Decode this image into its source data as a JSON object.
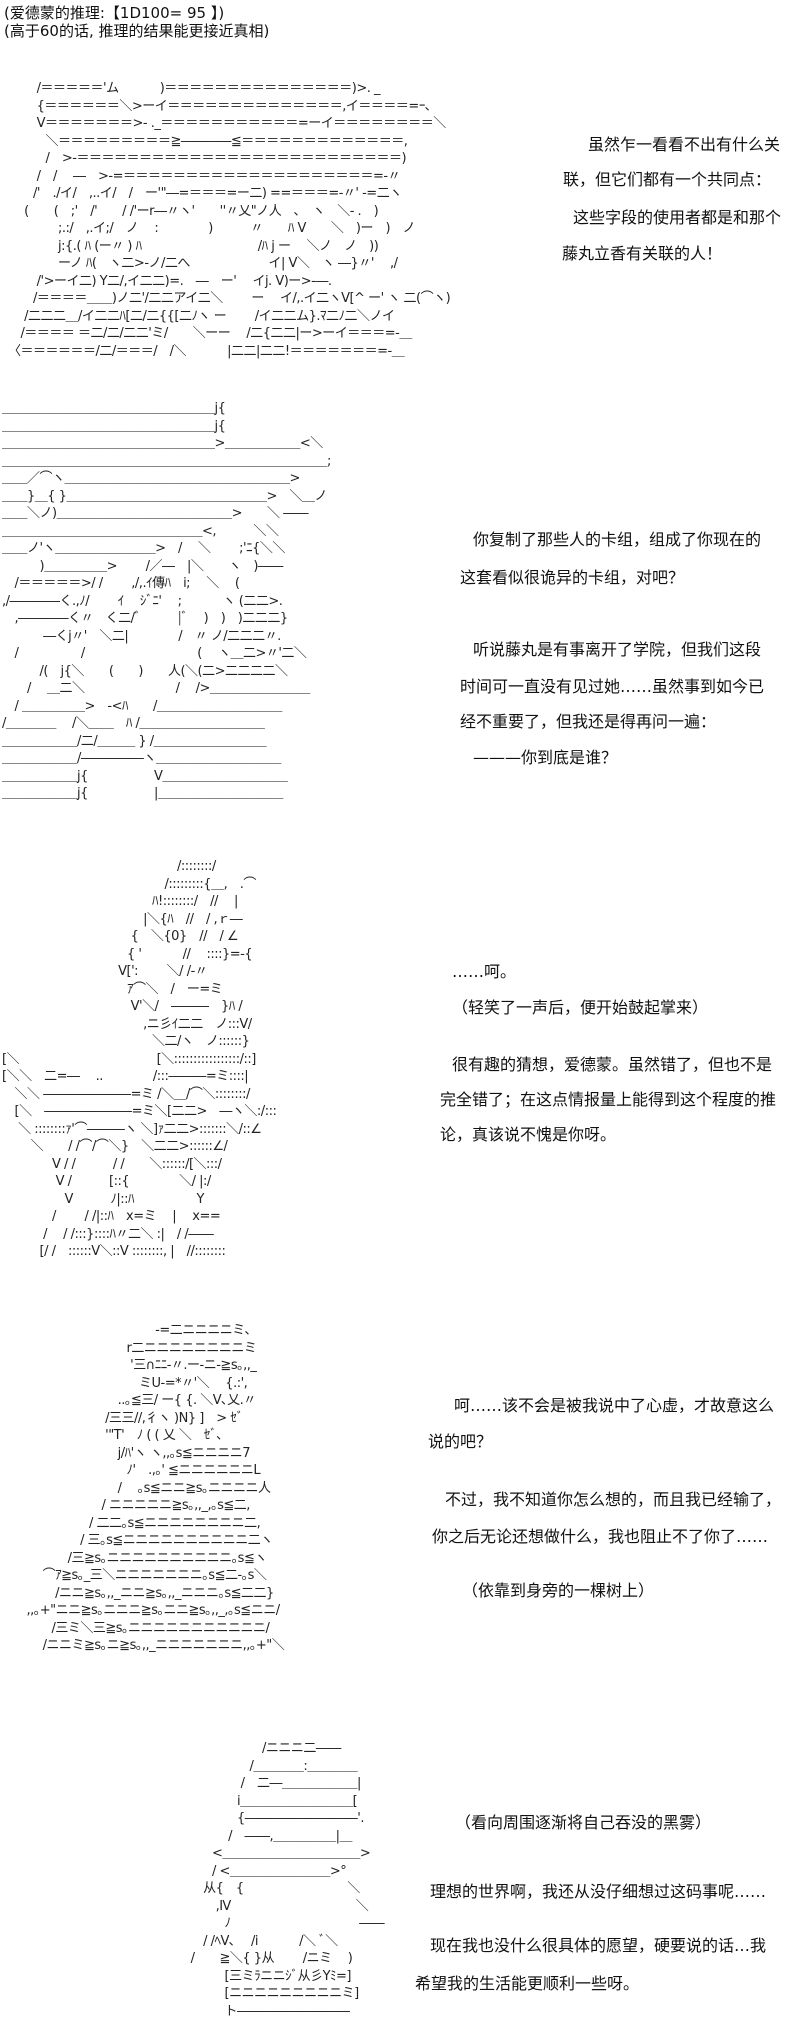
{
  "header": {
    "line1": "(爱德蒙的推理:【1D100= 95 】)",
    "line2": "(高于60的话, 推理的结果能更接近真相)"
  },
  "panels": [
    {
      "aa": [
        "　　 /＝＝＝＝＝'ム　　　 )＝＝＝＝＝＝＝＝＝＝＝＝＝＝＝)>. _",
        "　　 {＝＝＝＝＝＝＼>ーイ＝＝＝＝＝＝＝＝＝＝＝＝＝＝,イ＝＝＝＝=ｰ､",
        "　　 V＝＝＝＝＝＝＝>- ._＝＝＝＝＝＝＝＝＝＝＝=ーイ＝＝＝＝＝＝＝＝＼",
        "　　　＼＝＝＝＝＝＝＝＝＝≧――――≦＝＝＝＝＝＝＝＝＝＝＝＝＝,",
        "　　　/　>-＝＝＝＝＝＝＝＝＝＝＝＝＝＝＝＝＝＝＝＝＝＝＝＝＝＝)",
        "　　 /　/　 ―　>-=＝＝＝＝＝＝＝＝＝＝＝＝＝＝＝＝＝＝＝＝=-〃",
        "　　/'　./イ/　,..イ/　/　ー'\"―=＝＝＝=ー二) ==＝＝＝=-〃' -=二ヽ",
        "　 (　　(　;'　/'　　/ /'ーr―〃ヽ'　　''〃乂\"ノ人　､　ヽ　＼- .　)",
        "　　　　;.:/　,.イ;/　ノ　 :　　　　)　　　〃　　ﾊ V　　＼　)ー　)　ノ",
        "　　　　j:{.( ﾊ (ー〃 ) ﾊ　　　　　　　　　 /ﾊ j ー　 ＼ノ　ノ　))",
        "　　　　ーノ ﾊ(　ヽ二>-ノ/二へ　　　　　　 イ| V＼　ヽ ―}〃'　 ,/",
        "　　 /'>ーイ二) Y二/,イ二二)=.　―　ー'　 イj. V)ー>-―.",
        "　　/＝＝＝＝＿＿)ノ二'/二二アイ二＼　　 ー　 イ/,.イ二ヽV[^ ー' ヽ 二(⌒ヽ)",
        "　 /二二二＿/イ二二ﾊ[二/二{{[二ﾉヽ ー　　 /イ二二ム}.ﾏ二ﾉ二＼ノイ",
        "　/＝＝＝＝ ＝二/二/二二'ミ/　　＼ーー　 /二{二二|ー>ーイ＝＝＝=-＿",
        "〈＝＝＝＝＝＝/二/＝＝＝/　/＼　　　 |二二|二二!＝＝＝＝＝＝＝=-＿"
      ],
      "lines": [
        "虽然乍一看看不出有什么关",
        "联，但它们都有一个共同点：",
        "这些字段的使用者都是和那个",
        "藤丸立香有关联的人！"
      ]
    },
    {
      "aa": [
        "＿＿＿＿＿＿＿＿＿＿＿＿＿＿＿＿＿j{",
        "＿＿＿＿＿＿＿＿＿＿＿＿＿＿＿＿＿j{",
        "＿＿＿＿＿＿＿＿＿＿＿＿＿＿＿＿＿>＿＿＿＿＿＿<＼",
        "＿＿＿＿＿＿＿＿＿＿＿＿＿＿＿＿＿＿＿＿＿＿＿＿＿＿;",
        "＿＿／⌒ヽ＿＿＿＿＿＿＿＿＿＿＿＿＿＿＿＿＿＿>",
        "＿＿}＿{ }＿＿＿＿＿＿＿＿＿＿＿＿＿＿＿＿>　＼＿ノ",
        "＿＿＼ノ)＿＿＿＿＿＿＿＿＿＿＿＿＿＿>　　＼ ――",
        "＿＿＿＿＿＿＿＿＿＿＿＿＿＿＿＿<,　　　＼＼",
        "＿＿ノ'ヽ＿＿＿＿＿＿＿＿>　/　 ＼　　 ;'ﾆ{＼＼",
        "　　　)＿＿＿＿＿>　　 /／―　|＼　　ヽ　)――",
        "　/＝＝＝＝＝>/ /　　 ,/,.ｲ傳ﾊ　i;　 ＼　 (",
        ",/――――く.,ﾉ/　　 ｲ　 ｼﾞﾆ'　 ;　　　 ヽ (二二>.",
        "　,――――く〃　く二/ﾞ　　　|ﾞ　 )　)　)二二二}",
        "　　　 ―くj〃'　＼二|　　　　/　〃 ノ/二二二〃.",
        "　/　　　　　/　　　　　　　　　( 　ヽ＿二>〃'二＼",
        "　　　/(　j{＼　　(　　)　　人(＼(二>二二二二＼",
        "　　/　 ＿二＼　　　　　　　 /　 />＿＿＿＿＿＿＿＿",
        "　/ ＿＿＿＿＿>　-<ﾊ　　/＿＿＿＿＿＿＿＿＿＿",
        "/＿＿＿＿　 /＼＿＿　ﾊ /＿＿＿＿＿＿＿＿＿＿",
        "＿＿＿＿＿＿/二/＿＿＿ } /＿＿＿＿＿＿＿＿＿",
        "＿＿＿＿＿＿/―――――ヽ＿＿＿＿＿＿＿＿＿＿",
        "＿＿＿＿＿＿j{　　　　　 V＿＿＿＿＿＿＿＿＿＿",
        "＿＿＿＿＿＿j{　　　　　 |＿＿＿＿＿＿＿＿＿＿"
      ],
      "lines": [
        "你复制了那些人的卡组，组成了你现在的",
        "这套看似很诡异的卡组，对吧？",
        "听说藤丸是有事离开了学院，但我们这段",
        "时间可一直没有见过她……虽然事到如今已",
        "经不重要了，但我还是得再问一遍：",
        "———你到底是谁？"
      ]
    },
    {
      "aa": [
        "　　　　　　　　　　　　　　/::::::::/",
        "　　　　　　　　　　　　　/:::::::::{＿,　.⌒",
        "　　　　　　　　　　　　ﾊ!::::::::/　//　 |",
        "　　　　　　　　　　　 |＼{ﾊ　//　/ ,ｒ―",
        "　　　　　　　　　　 {　＼{0}　//　/ ∠",
        "　　　　　　　　　　{ '　　　 //　 ::::}=-{",
        "　　　　　　　　　 V[':　　 ＼/ /-〃",
        "　　　　　　　　　　ｱ⌒＼　/　ー=ミ",
        "　　　　　　　　　　 V'＼/　―――　}ﾊ /",
        "　　　　　　　　　　　 ,ニ彡ｲ二二　ノ:::V/",
        "　　　　　　　　　　　　＼二/ヽ　ノ::::::}",
        "[＼　　　　　　　　　　　[＼:::::::::::::::::/::]",
        "[＼＼　二=―　 ..　　　　/:::―――=ミ::::|",
        "　＼＼ ―――――――=ミ /＼＿/⌒＼::::::::/",
        "　[＼　―――――――=ミ＼[二二>　―ヽ＼:/:::",
        "　 ＼ ::::::::ｧ'⌒―――ヽ ＼]ｧ二二>:::::::＼/::∠",
        "　　 ＼　　/ /⌒/⌒＼}　＼二二>::::::∠/",
        "　　　　V / /　　　/ /　　＼::::::/[＼:::/",
        "　　　　 V /　　　[::{　　　　＼/ |:/",
        "　　　　　V　　　ﾉ|::ﾊ　　　　　Y",
        "　　　　/　　 / /|::ﾊ　x=ミ　 |　 x==",
        "　　　 /　 / /:::}::::ﾊ〃二＼ :|　/ /――",
        "　　　[/ /　::::::V＼::V ::::::::, |　//::::::::"
      ],
      "lines": [
        "……呵。",
        "（轻笑了一声后，便开始鼓起掌来）",
        "很有趣的猜想，爱德蒙。虽然错了，但也不是",
        "完全错了；在这点情报量上能得到这个程度的推",
        "论，真该说不愧是你呀。"
      ]
    },
    {
      "aa": [
        "　　　　　　　　　　　 -=二ニニニニミ､",
        "　　　　　　　　　r二ニニニニニニニニミ",
        "　　　　　　　　　 '三∩ﾆﾆ-〃.ー-ニ-≧s｡,,_",
        "　　　　　　　　　　ミU-=*〃'＼　 {.:',",
        "　　　　　　　　 ..｡≦三/ ー{ {. ＼V､乂.〃",
        "　　　　　　　 /三三//,彳ヽ )N} ]　> ｾﾞ",
        "　　　　　　　 '\"T'　ﾉ ( ( 乂 ＼　ｾﾞ､",
        "　　　　　　　　 j/ﾊ'ヽ ヽ,,｡s≦ニニニニ7",
        "　　　　　　　　　ﾉ'　.,｡' ≦ニニニニニニL",
        "　　　　　　　　 /　 ｡s≦ニニ≧s｡ニニニニ人",
        "　　　　　　　/ ニニニニニ≧s｡,,_,｡s≦二,",
        "　　　　　　/ 二二｡s≦ニニニニニニニニ二,",
        "　　　　　 / 三｡s≦ニニニニニニニニニニ二ヽ",
        "　　　　 /三≧s｡ニニニニニニニニニニ｡s≦ヽ",
        "　　 ⌒ｱ≧s｡_三＼ニニニニニニニ｡s≦二-｡s＼",
        "　　　 /ニニ≧s｡,,_ニニ≧s｡,,_ニニニ｡s≦二二}",
        "　,,｡+\"ニニ≧s｡ニニニ≧s｡ニニ≧s｡,,_,｡s≦ニニ/",
        "　　　/三ミ＼三≧s｡ニニニニニニニニニニニ/",
        "　　 /ニニミ≧s｡ニ≧s｡,,_ニニニニニニニ,,｡+\"＼"
      ],
      "lines": [
        "呵……该不会是被我说中了心虚，才故意这么",
        "说的吧？",
        "不过，我不知道你怎么想的，而且我已经输了，",
        "你之后无论还想做什么，我也阻止不了你了……",
        "（依靠到身旁的一棵树上）"
      ]
    },
    {
      "aa": [
        "　　　　　　　　　　　　/ニニニ二――",
        "　　　　　　　　　　　/＿＿＿＿:＿＿＿＿",
        "　　　　　　　　　　 /　二―＿＿＿＿＿＿|",
        "　　　　　　　　　　i＿＿＿＿＿＿＿＿＿[",
        "　　　　　　　　　　{―――――――――'.",
        "　　　　　　　　　 /　――,＿＿＿＿＿|＿",
        "　　　　　　　　<＿＿＿＿＿＿＿＿＿＿＿>",
        "　　　　　　　　/ <＿＿＿＿＿＿＿＿>°",
        "　　　　　　　 从{　{　　　　　　　　 ＼",
        "　　　　　　　　 ,Ⅳ　　　　　　　　　　＼",
        "　　　　　　　　　ﾉ　　　　　　　　　　 ――",
        "　　　　　　　 / /ﾍV､　 /i　　　 /＼ ﾞ＼",
        "　　　　　　 /　　≧＼{ }从　　 /ニミ　 )",
        "　　　　　　　　　[三ミﾗニニｼﾞ从彡Yﾐ=]",
        "　　　　　　　　　[ニニニニニニニニニミ]",
        "　　　　　　　　　ト―――――――――"
      ],
      "lines": [
        "（看向周围逐渐将自己吞没的黑雾）",
        "理想的世界啊，我还从没仔细想过这码事呢……",
        "现在我也没什么很具体的愿望，硬要说的话…我",
        "希望我的生活能更顺利一些呀。"
      ]
    }
  ]
}
